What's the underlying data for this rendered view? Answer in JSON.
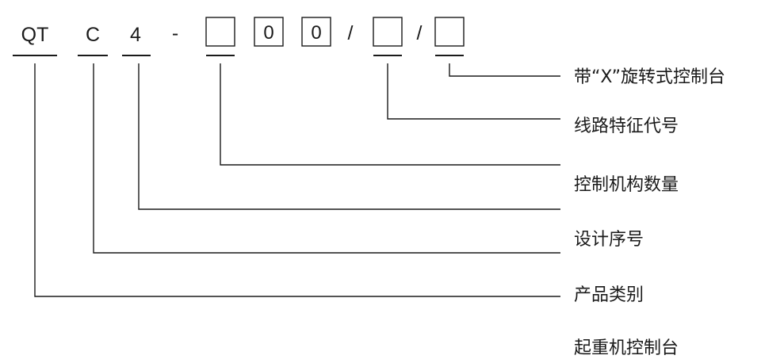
{
  "code": {
    "prefix": "QT",
    "design_letter": "C",
    "design_number": "4",
    "dash": "-",
    "count_digit_1": "0",
    "count_digit_2": "0",
    "slash_1": "/",
    "slash_2": "/"
  },
  "labels": {
    "rotary_console": "带“X”旋转式控制台",
    "circuit_feature": "线路特征代号",
    "mechanism_count": "控制机构数量",
    "design_sequence": "设计序号",
    "product_category": "产品类别",
    "product_name": "起重机控制台"
  },
  "colors": {
    "ink": "#1a1a1a",
    "background": "#ffffff"
  }
}
